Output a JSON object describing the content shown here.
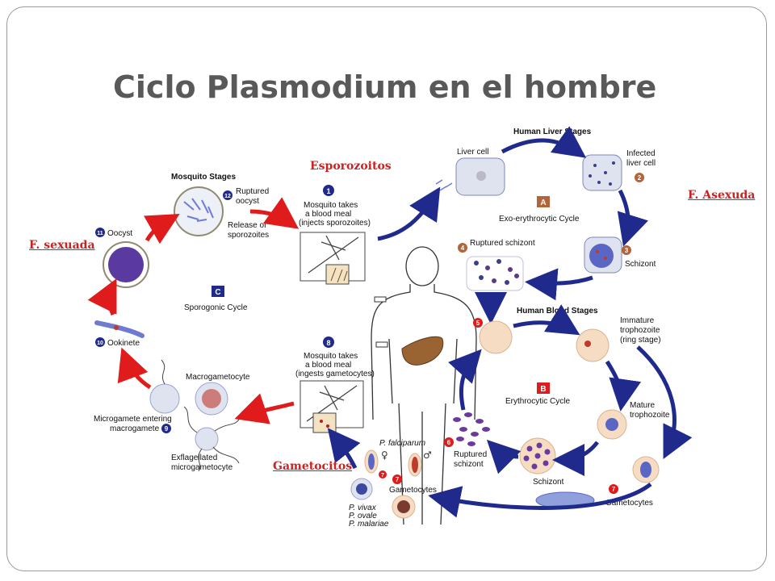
{
  "slide": {
    "title": "Ciclo Plasmodium en el hombre",
    "annotations": {
      "esporozoitos": "Esporozoitos",
      "asexuada": "F. Asexuda",
      "sexuada": "F. sexuada",
      "gametocitos": "Gametocitos"
    }
  },
  "diagram": {
    "headings": {
      "liver": "Human Liver Stages",
      "blood": "Human Blood Stages",
      "mosquito": "Mosquito Stages"
    },
    "cycles": {
      "exo": {
        "letter": "A",
        "name": "Exo-erythrocytic Cycle"
      },
      "ery": {
        "letter": "B",
        "name": "Erythrocytic Cycle"
      },
      "spo": {
        "letter": "C",
        "name": "Sporogonic Cycle"
      }
    },
    "labels": {
      "liver_cell": "Liver cell",
      "infected_1": "Infected",
      "infected_2": "liver cell",
      "ruptured_schizont": "Ruptured schizont",
      "schizont_liver": "Schizont",
      "mosq1_1": "Mosquito takes",
      "mosq1_2": "a blood meal",
      "mosq1_3": "(injects sporozoites)",
      "mosq8_1": "Mosquito takes",
      "mosq8_2": "a blood meal",
      "mosq8_3": "(ingests gametocytes)",
      "immature_1": "Immature",
      "immature_2": "trophozoite",
      "immature_3": "(ring stage)",
      "mature_1": "Mature",
      "mature_2": "trophozoite",
      "schizont_blood": "Schizont",
      "ruptured_1": "Ruptured",
      "ruptured_2": "schizont",
      "gametocytes_right": "Gametocytes",
      "gametocytes_left": "Gametocytes",
      "falciparum": "P. falciparum",
      "vivax": "P. vivax",
      "ovale": "P. ovale",
      "malariae": "P. malariae",
      "ruptured_oocyst_1": "Ruptured",
      "ruptured_oocyst_2": "oocyst",
      "release_1": "Release of",
      "release_2": "sporozoites",
      "oocyst": "Oocyst",
      "ookinete": "Ookinete",
      "macrogametocyte": "Macrogametocyte",
      "microgamete_1": "Microgamete entering",
      "microgamete_2": "macrogamete",
      "exflag_1": "Exflagellated",
      "exflag_2": "microgametocyte"
    },
    "steps": [
      "1",
      "2",
      "3",
      "4",
      "5",
      "6",
      "7",
      "7",
      "7",
      "8",
      "9",
      "10",
      "11",
      "12"
    ]
  }
}
